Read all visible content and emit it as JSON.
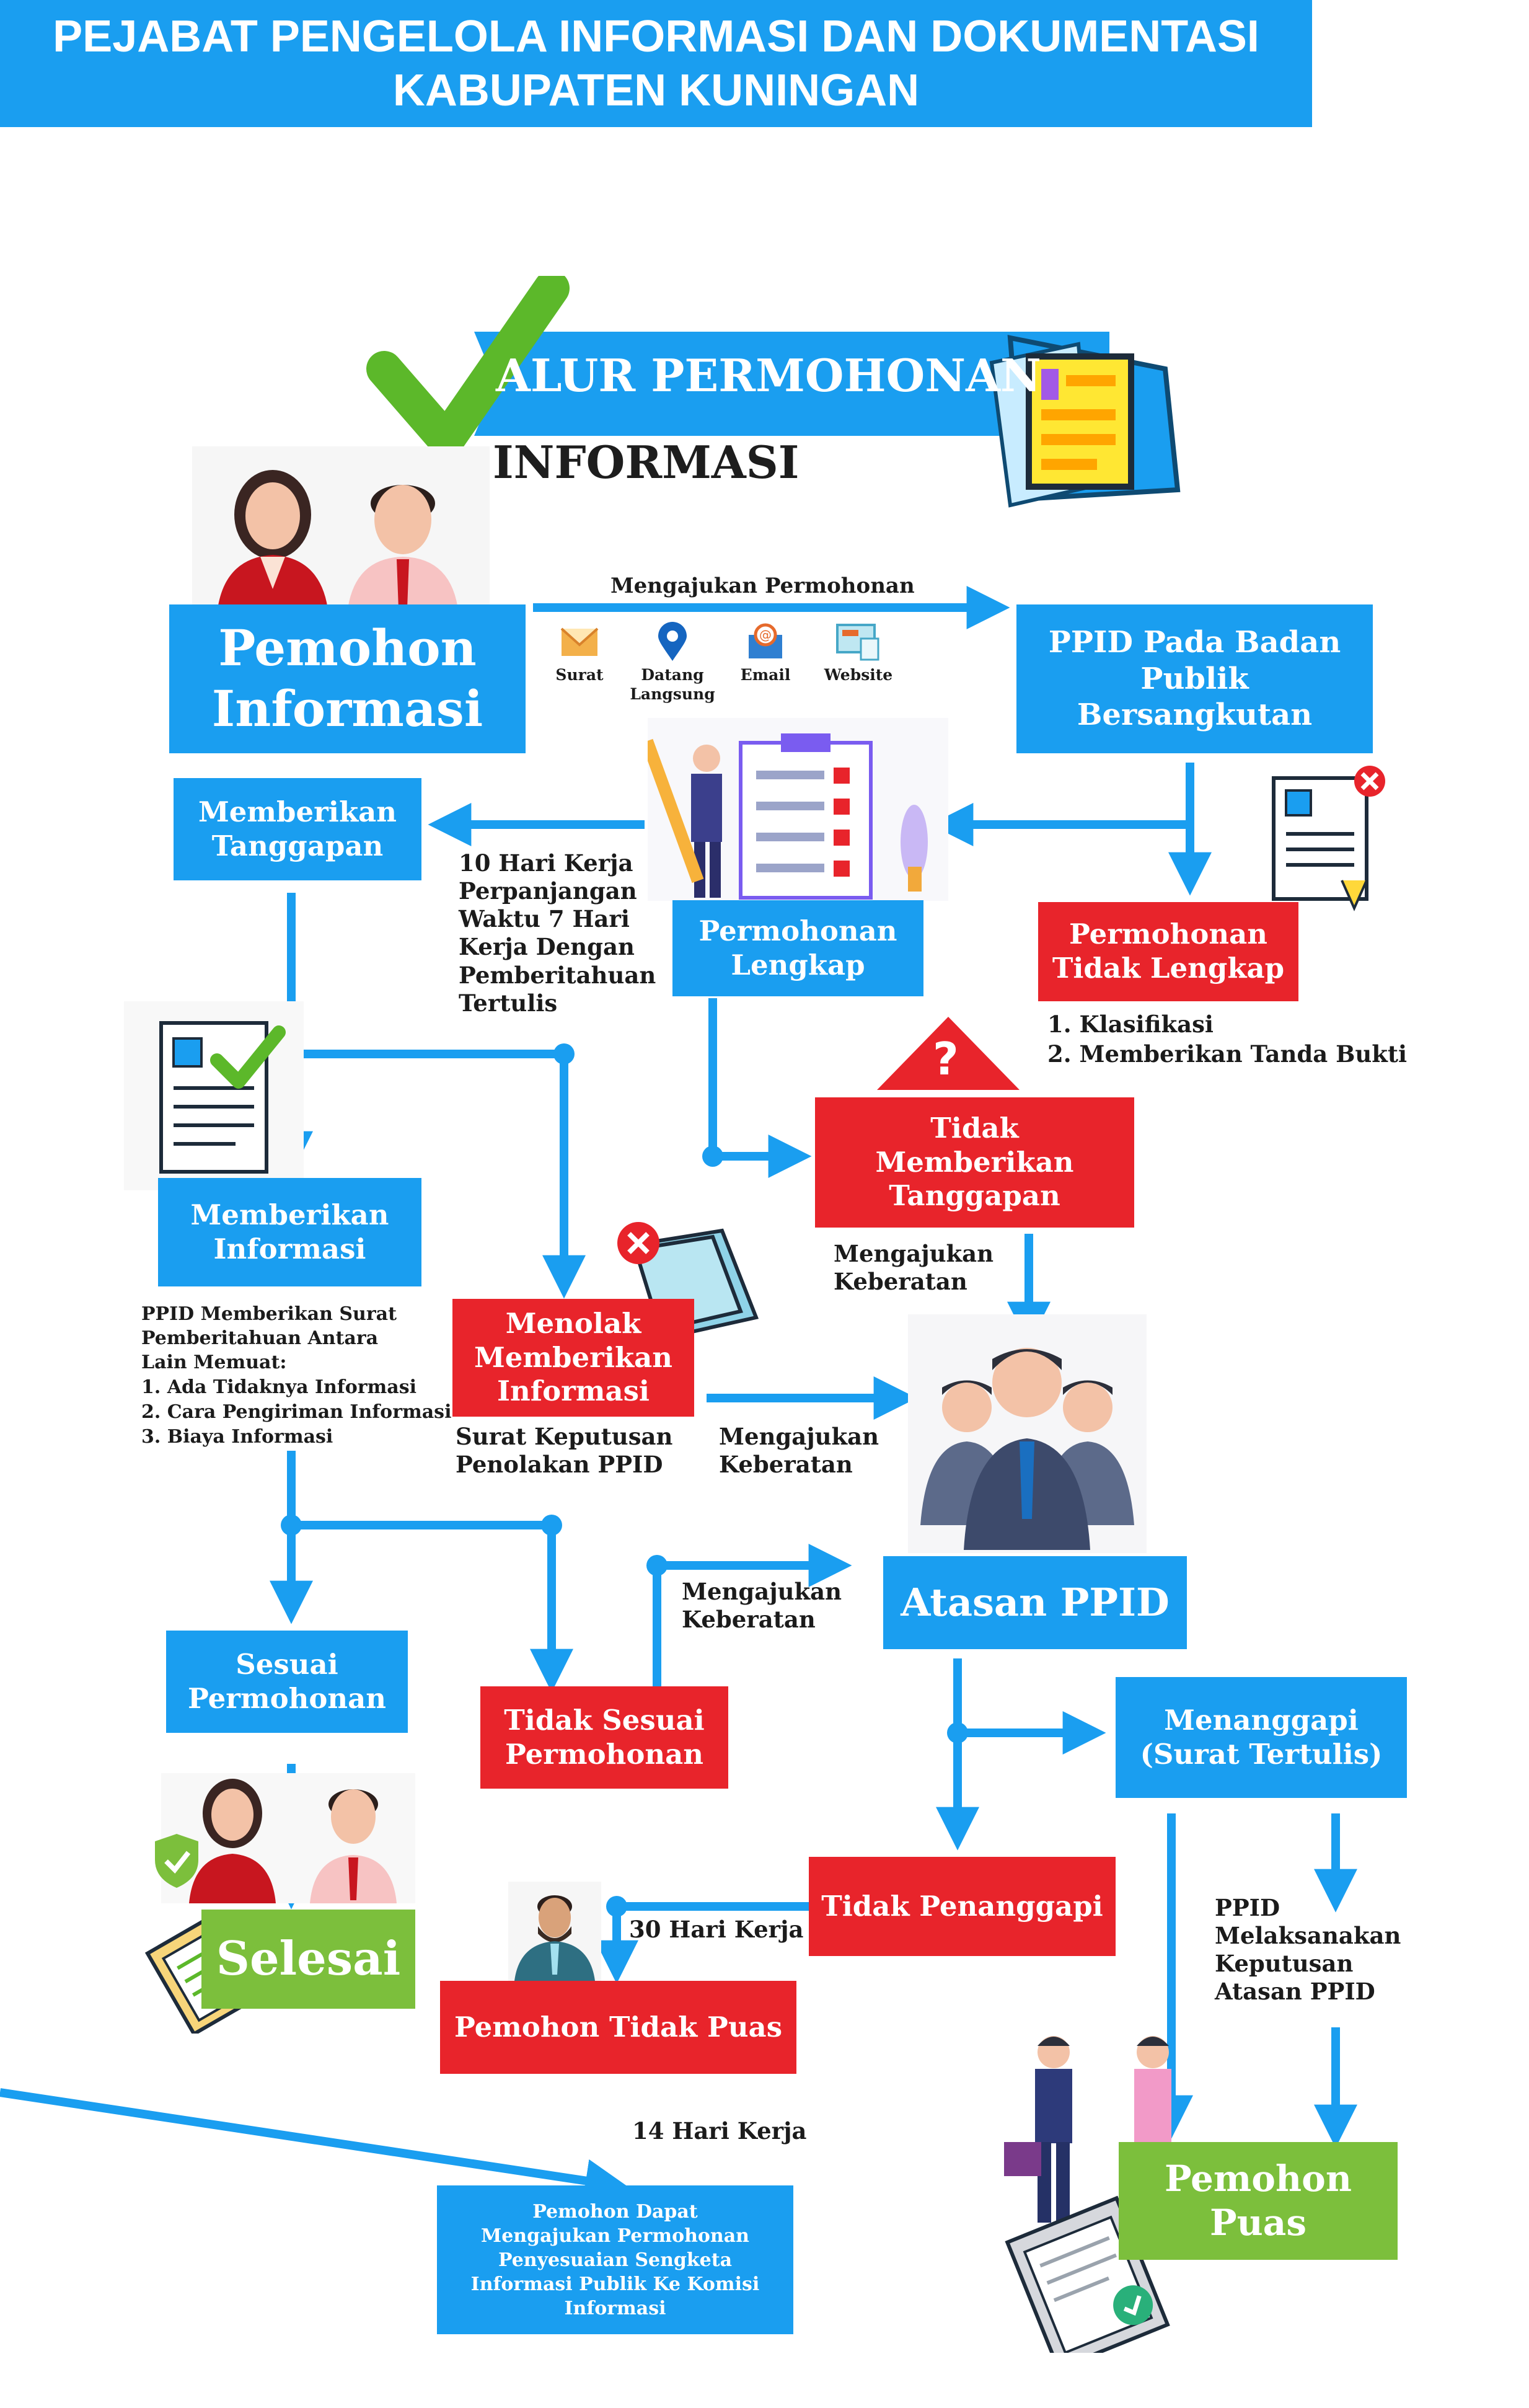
{
  "header": {
    "line1": "PEJABAT PENGELOLA INFORMASI DAN DOKUMENTASI",
    "line2": "KABUPATEN KUNINGAN"
  },
  "title": {
    "line1": "ALUR PERMOHONAN",
    "line2": "INFORMASI"
  },
  "channels": [
    {
      "icon": "envelope-icon",
      "label": "Surat"
    },
    {
      "icon": "location-pin-icon",
      "label": "Datang Langsung"
    },
    {
      "icon": "email-icon",
      "label": "Email"
    },
    {
      "icon": "website-icon",
      "label": "Website"
    }
  ],
  "boxes": {
    "pemohon_informasi": "Pemohon Informasi",
    "ppid_badan_publik": "PPID Pada Badan Publik Bersangkutan",
    "memberikan_tanggapan": "Memberikan Tanggapan",
    "permohonan_lengkap": "Permohonan Lengkap",
    "permohonan_tidak_lengkap": "Permohonan Tidak Lengkap",
    "tidak_memberikan_tanggapan": "Tidak Memberikan Tanggapan",
    "memberikan_informasi": "Memberikan Informasi",
    "menolak_memberikan_informasi": "Menolak Memberikan Informasi",
    "atasan_ppid": "Atasan PPID",
    "sesuai_permohonan": "Sesuai Permohonan",
    "tidak_sesuai_permohonan": "Tidak Sesuai Permohonan",
    "menanggapi": "Menanggapi (Surat Tertulis)",
    "tidak_penanggapi": "Tidak Penanggapi",
    "selesai": "Selesai",
    "pemohon_tidak_puas": "Pemohon Tidak Puas",
    "pemohon_puas": "Pemohon Puas",
    "komisi_informasi": "Pemohon Dapat Mengajukan Permohonan Penyesuaian Sengketa Informasi Publik Ke Komisi Informasi"
  },
  "labels": {
    "mengajukan_permohonan": "Mengajukan Permohonan",
    "hari_kerja_10": "10 Hari Kerja Perpanjangan Waktu 7 Hari Kerja Dengan Pemberitahuan Tertulis",
    "klasifikasi": "1. Klasifikasi",
    "tanda_bukti": "2. Memberikan Tanda Bukti",
    "keberatan_1": "Mengajukan Keberatan",
    "keberatan_2": "Mengajukan Keberatan",
    "keberatan_3": "Mengajukan Keberatan",
    "surat_keputusan": "Surat Keputusan Penolakan PPID",
    "ppid_surat_intro": "PPID Memberikan Surat Pemberitahuan Antara Lain Memuat:",
    "ppid_surat_items": [
      "1. Ada Tidaknya Informasi",
      "2. Cara Pengiriman Informasi",
      "3. Biaya Informasi"
    ],
    "hari_kerja_30": "30 Hari Kerja",
    "hari_kerja_14": "14 Hari Kerja",
    "ppid_melaksanakan": "PPID Melaksanakan Keputusan Atasan PPID",
    "question_mark": "?"
  },
  "colors": {
    "blue": "#1a9ef0",
    "red": "#e8242b",
    "green": "#7cbf3c",
    "arrow": "#1a9ef0",
    "check": "#5cb82a"
  }
}
